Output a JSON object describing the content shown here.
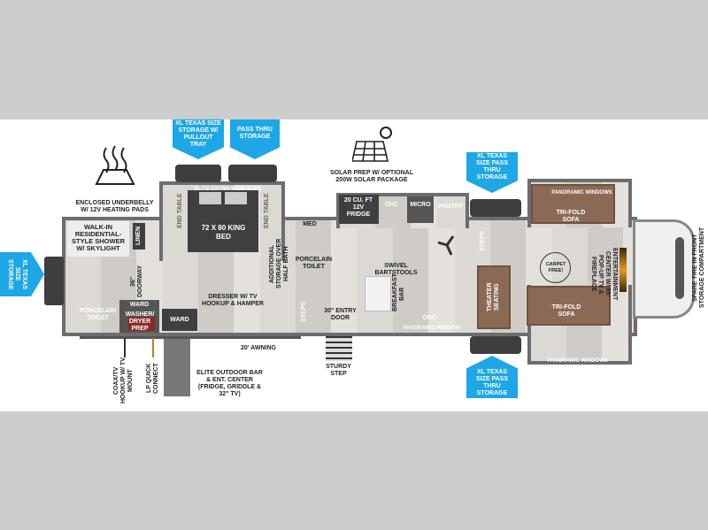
{
  "labels": {
    "xl_pullout": "XL TEXAS SIZE STORAGE W/ PULLOUT TRAY",
    "pass_thru_top": "PASS THRU STORAGE",
    "underbelly": "ENCLOSED UNDERBELLY W/ 12V HEATING PADS",
    "solar": "SOLAR PREP W/ OPTIONAL 200W SOLAR PACKAGE",
    "xl_pass_top": "XL TEXAS SIZE PASS THRU STORAGE",
    "xl_pass_bottom": "XL TEXAS SIZE PASS THRU STORAGE",
    "xl_rear": "XL TEXAS SIZE STORAGE",
    "slide": "ELITE EXTRA-WIDE SLIDE",
    "end_table_l": "END TABLE",
    "end_table_r": "END TABLE",
    "bed": "72 X 80 KING BED",
    "additional_storage": "ADDITIONAL STORAGE OVER HALF BATH",
    "shower": "WALK-IN RESIDENTIAL-STYLE SHOWER W/ SKYLIGHT",
    "linen": "LINEN",
    "doorway": "36\" DOORWAY",
    "toilet_rear": "PORCELAIN TOILET",
    "ward1": "WARD",
    "washer": "WASHER/",
    "dryer": "DRYER PREP",
    "ward2": "WARD",
    "dresser": "DRESSER W/ TV HOOKUP & HAMPER",
    "awning": "20' AWNING",
    "coax": "COAX/TV HOOKUP W/ TV MOUNT",
    "lp": "LP QUICK CONNECT",
    "outdoor": "ELITE OUTDOOR BAR & ENT. CENTER (FRIDGE, GRIDDLE & 32\" TV)",
    "med": "MED",
    "toilet_half": "PORCELAIN TOILET",
    "steps_rear": "STEPS",
    "entry": "30\" ENTRY DOOR",
    "sturdy": "STURDY STEP",
    "fridge": "20 CU. FT 12V FRIDGE",
    "ohc_top": "OHC",
    "micro": "MICRO",
    "pantry": "PANTRY",
    "barstools": "SWIVEL BARTSTOOLS",
    "breakfast": "BREAKFAST BAR",
    "ohc_bottom": "OHC",
    "pan_window": "PANORAMIC WINDOW",
    "steps_front": "STEPS",
    "theater": "THEATER SEATING",
    "pan_windows_top": "PANORAMIC WINDOWS",
    "sofa_top": "TRI-FOLD SOFA",
    "sofa_bottom": "TRI-FOLD SOFA",
    "pan_windows_bottom": "PANORAMIC WINDOWS",
    "entertainment": "ENTERTAINMENT CENTER W/ 85\" POP-UP TV & FIREPLACE",
    "carpet_free": "CARPET FREE!",
    "spare": "SPARE TIRE IN FRONT STORAGE COMPARTMENT"
  },
  "colors": {
    "accent": "#1ea7e6",
    "sofa": "#8b6a55",
    "band": "#cdcdcd"
  }
}
